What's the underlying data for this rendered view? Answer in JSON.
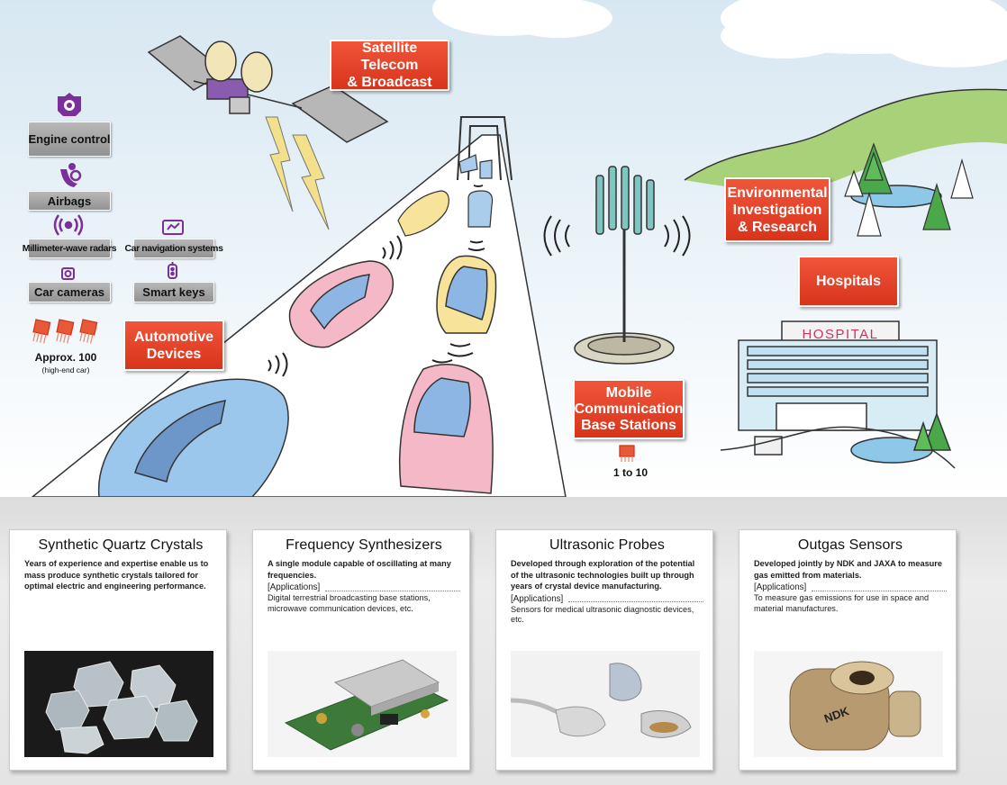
{
  "scene": {
    "satellite_label": "Satellite Telecom\n& Broadcast",
    "automotive_label": "Automotive\nDevices",
    "mobile_label": "Mobile\nCommunication\nBase Stations",
    "environment_label": "Environmental\nInvestigation\n& Research",
    "hospitals_label": "Hospitals",
    "hospital_sign": "HOSPITAL",
    "auto_items": [
      {
        "label": "Engine control",
        "icon": "engine-icon"
      },
      {
        "label": "Airbags",
        "icon": "airbag-icon"
      },
      {
        "label": "Millimeter-wave radars",
        "icon": "radar-icon"
      },
      {
        "label": "Car navigation systems",
        "icon": "navigation-icon"
      },
      {
        "label": "Car cameras",
        "icon": "camera-icon"
      },
      {
        "label": "Smart keys",
        "icon": "key-icon"
      }
    ],
    "auto_count": "Approx. 100",
    "auto_count_note": "(high-end car)",
    "mobile_count": "1 to 10"
  },
  "colors": {
    "red": "#e2421f",
    "purple": "#7a2f9a",
    "gray": "#a3a3a3"
  },
  "cards": [
    {
      "title": "Synthetic Quartz Crystals",
      "desc": "Years of experience and expertise enable us to mass produce synthetic crystals tailored for optimal electric and engineering performance.",
      "app_label": "",
      "use": "",
      "photo": "quartz-crystals-photo"
    },
    {
      "title": "Frequency Synthesizers",
      "desc": "A single module capable of oscillating at many frequencies.",
      "app_label": "[Applications]",
      "use": "Digital terrestrial broadcasting base stations, microwave communication devices, etc.",
      "photo": "synthesizer-board-photo"
    },
    {
      "title": "Ultrasonic Probes",
      "desc": "Developed through exploration of the potential of the ultrasonic technologies built up through years of crystal device manufacturing.",
      "app_label": "[Applications]",
      "use": "Sensors for medical ultrasonic diagnostic devices, etc.",
      "photo": "ultrasonic-probes-photo"
    },
    {
      "title": "Outgas Sensors",
      "desc": "Developed jointly by NDK and JAXA to measure gas emitted from materials.",
      "app_label": "[Applications]",
      "use": "To measure gas emissions for use in space and material manufactures.",
      "photo": "outgas-sensor-photo",
      "sensor_text": "NDK"
    }
  ]
}
